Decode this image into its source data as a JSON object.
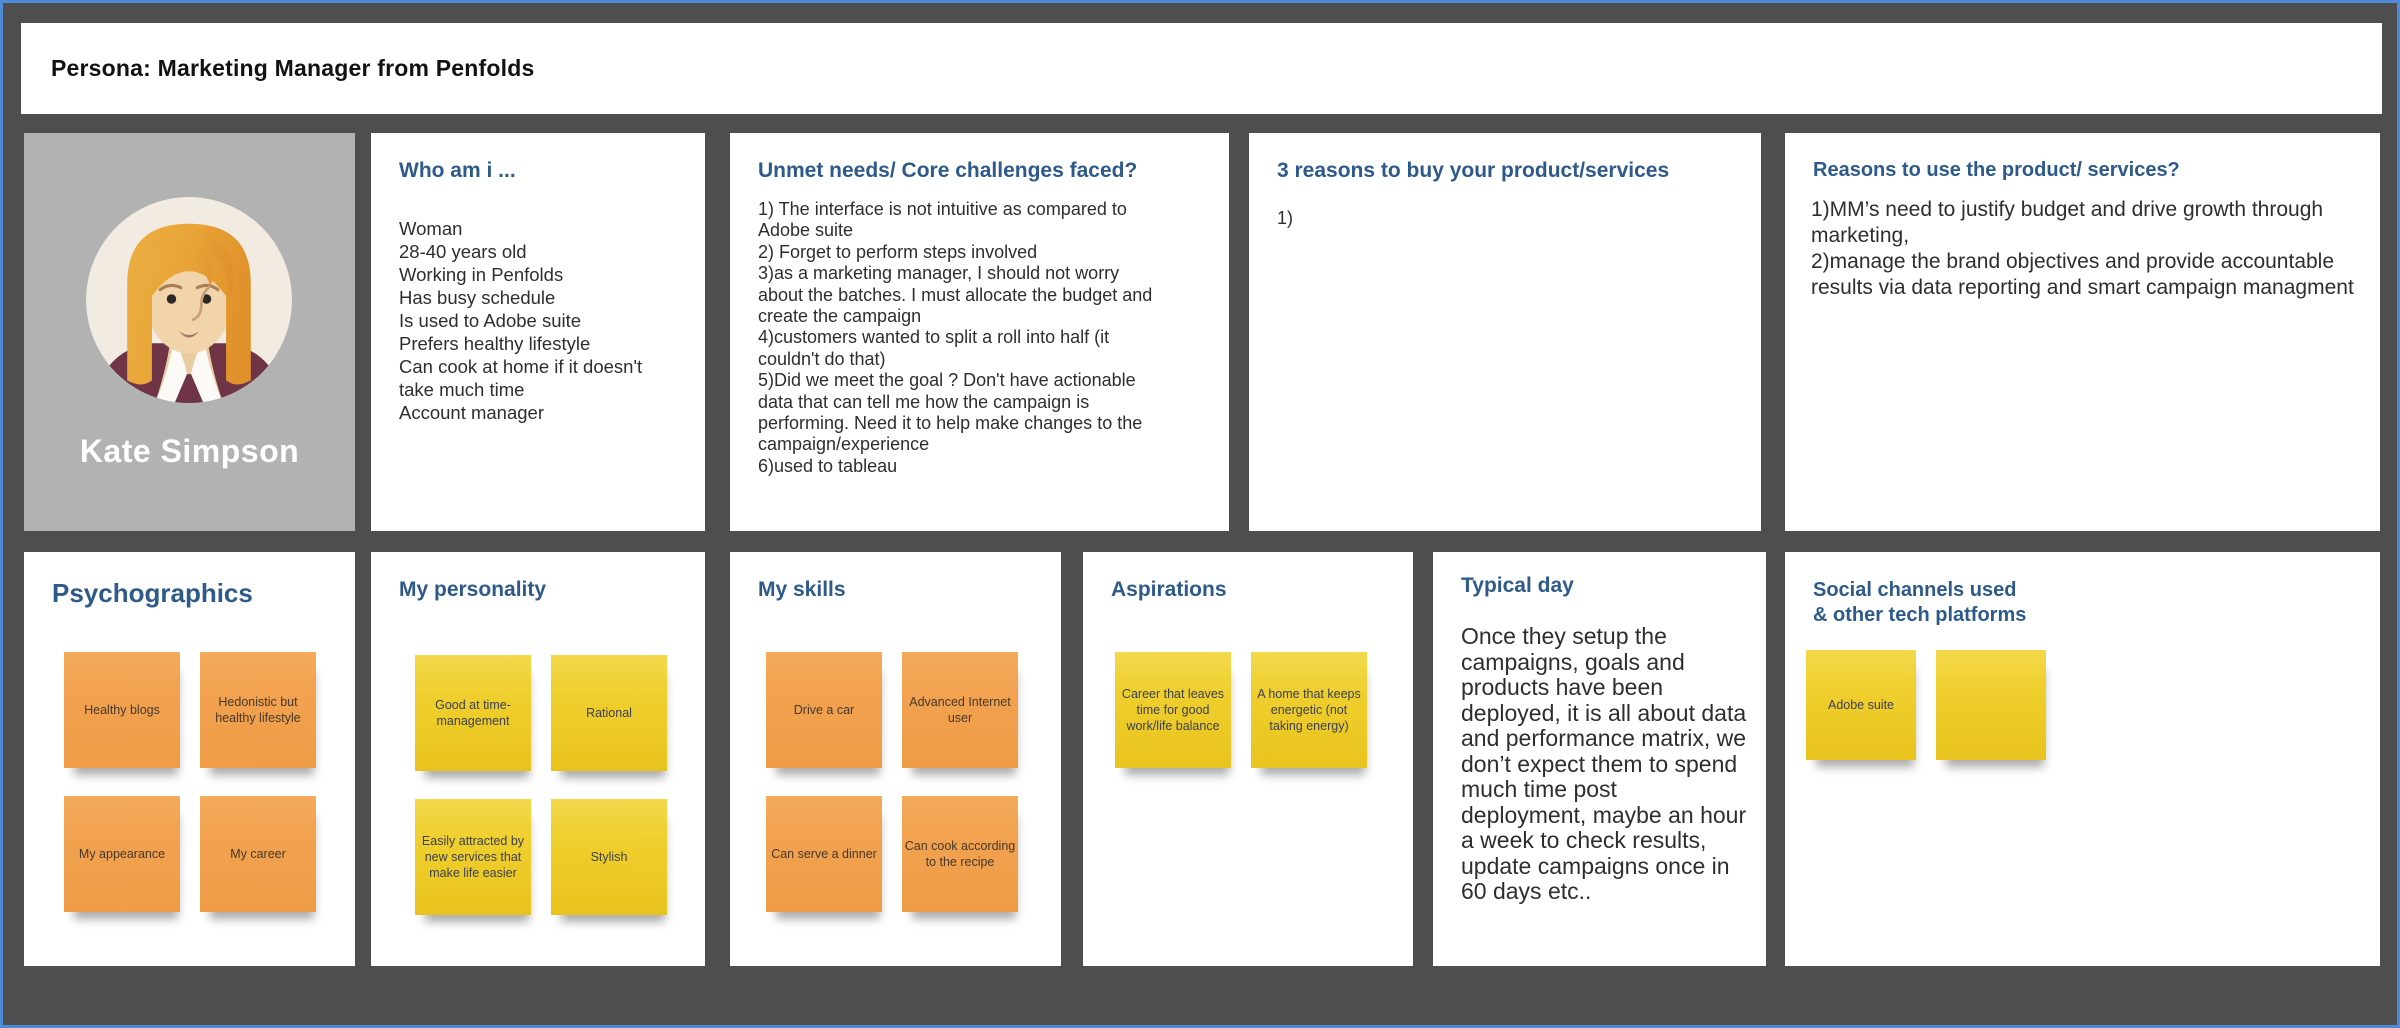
{
  "board": {
    "title": "Persona: Marketing Manager from Penfolds"
  },
  "colors": {
    "background": "#4e4e4e",
    "frame_border_blue": "#4e8ad5",
    "card_white": "#ffffff",
    "avatar_card_gray": "#b3b2b2",
    "title_blue": "#2d5a8a",
    "note_orange": "#f2a351",
    "note_yellow": "#efcf2e"
  },
  "persona": {
    "name": "Kate Simpson",
    "avatar": "woman-blonde-hair-maroon-top-illustration"
  },
  "cards": {
    "who_am_i": {
      "title": "Who am i ...",
      "body": "Woman\n28-40 years old\nWorking in Penfolds\nHas busy schedule\nIs used to Adobe suite\nPrefers healthy lifestyle\nCan cook at home if it doesn't take much time\nAccount manager"
    },
    "unmet_needs": {
      "title": "Unmet needs/ Core challenges faced?",
      "body": "1) The interface is not intuitive as compared to Adobe suite\n2) Forget to perform steps involved\n3)as a marketing manager, I should not worry about the batches. I must allocate the budget and create the campaign\n4)customers wanted to split a roll into half (it couldn't do that)\n5)Did we meet the goal ? Don't have actionable data that can tell me how the campaign is performing. Need it to help make changes to the campaign/experience\n6)used to tableau"
    },
    "three_reasons": {
      "title": "3 reasons to buy your product/services",
      "body": "1)"
    },
    "reasons_to_use": {
      "title": "Reasons to use the product/ services?",
      "body": "1)MM’s need to justify budget and drive growth through marketing,\n2)manage the brand objectives and provide accountable results via data reporting and smart campaign managment"
    },
    "psychographics": {
      "title": "Psychographics",
      "notes": [
        {
          "text": "Healthy blogs",
          "color": "orange"
        },
        {
          "text": "Hedonistic but healthy lifestyle",
          "color": "orange"
        },
        {
          "text": "My appearance",
          "color": "orange"
        },
        {
          "text": "My career",
          "color": "orange"
        }
      ]
    },
    "personality": {
      "title": "My personality",
      "notes": [
        {
          "text": "Good at time-management",
          "color": "yellow"
        },
        {
          "text": "Rational",
          "color": "yellow"
        },
        {
          "text": "Easily attracted by new services that make life easier",
          "color": "yellow"
        },
        {
          "text": "Stylish",
          "color": "yellow"
        }
      ]
    },
    "skills": {
      "title": "My skills",
      "notes": [
        {
          "text": "Drive a car",
          "color": "orange"
        },
        {
          "text": "Advanced Internet user",
          "color": "orange"
        },
        {
          "text": "Can serve a dinner",
          "color": "orange"
        },
        {
          "text": "Can cook according to the recipe",
          "color": "orange"
        }
      ]
    },
    "aspirations": {
      "title": "Aspirations",
      "notes": [
        {
          "text": "Career that leaves time for good work/life balance",
          "color": "yellow"
        },
        {
          "text": "A home that keeps energetic (not taking energy)",
          "color": "yellow"
        }
      ]
    },
    "typical_day": {
      "title": "Typical day",
      "body": "Once they setup the campaigns, goals and products have been deployed, it is all about data and performance matrix, we don’t expect them to spend much time post deployment, maybe an hour a week to check results, update campaigns once in 60 days etc.."
    },
    "social_channels": {
      "title": "Social channels used\n& other tech platforms",
      "notes": [
        {
          "text": "Adobe suite",
          "color": "yellow"
        },
        {
          "text": "",
          "color": "yellow"
        }
      ]
    }
  }
}
